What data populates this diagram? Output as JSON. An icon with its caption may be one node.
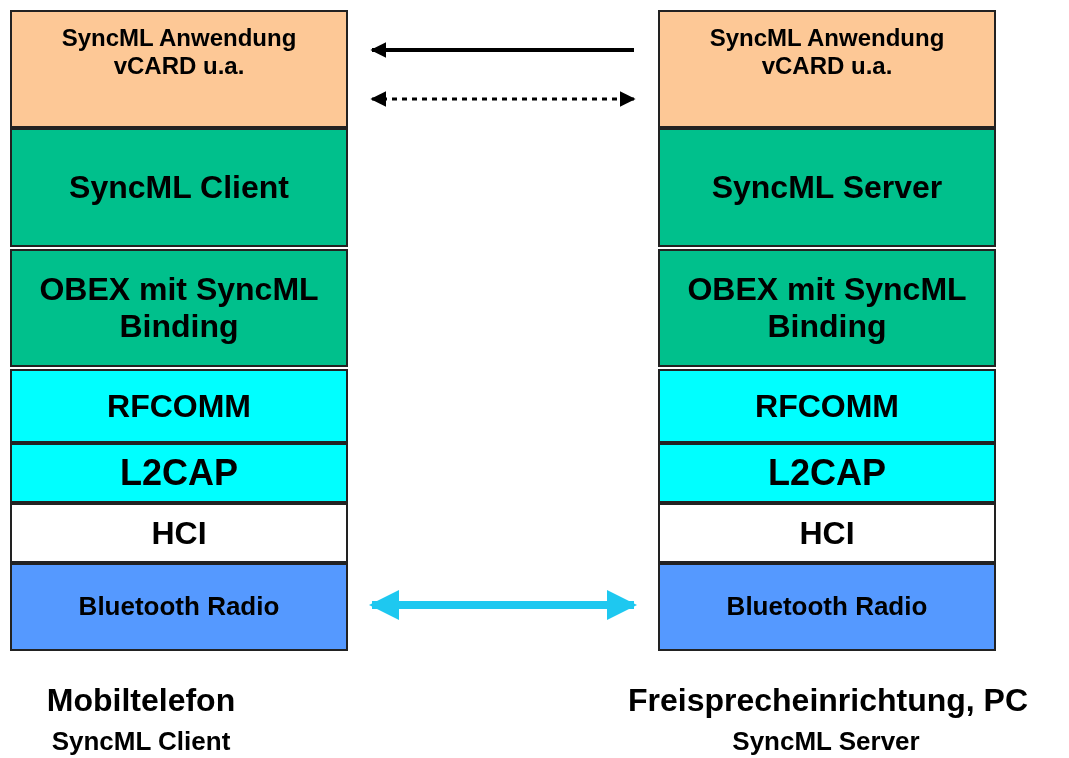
{
  "diagram": {
    "nodes": [
      {
        "text": [
          "SyncML Anwendung vCARD u.a."
        ]
      },
      {
        "text": [
          "SyncML Client"
        ]
      },
      {
        "text": [
          "OBEX mit SyncML Binding"
        ]
      },
      {
        "text": [
          "RFCOMM"
        ]
      },
      {
        "text": [
          "L2CAP"
        ]
      },
      {
        "text": [
          "HCI"
        ]
      },
      {
        "text": [
          "Bluetooth Radio"
        ]
      },
      {
        "text": [
          "SyncML Anwendung vCARD u.a."
        ]
      },
      {
        "text": [
          "SyncML Server"
        ]
      },
      {
        "text": [
          "OBEX mit SyncML Binding"
        ]
      },
      {
        "text": [
          "RFCOMM"
        ]
      },
      {
        "text": [
          "L2CAP"
        ]
      },
      {
        "text": [
          "HCI"
        ]
      },
      {
        "text": [
          "Bluetooth Radio"
        ]
      }
    ],
    "edges": [
      {
        "from": 7,
        "to": 0,
        "arrow": "to"
      },
      {
        "from": 0,
        "to": 7,
        "arrow": "both",
        "style": "dashed"
      },
      {
        "from": 6,
        "to": 13,
        "arrow": "both",
        "style": "thick",
        "color": "#1ec8f0"
      }
    ],
    "labels": [
      "Mobiltelefon",
      "SyncML Client",
      "Freisprecheinrichtung, PC",
      "SyncML Server"
    ]
  }
}
